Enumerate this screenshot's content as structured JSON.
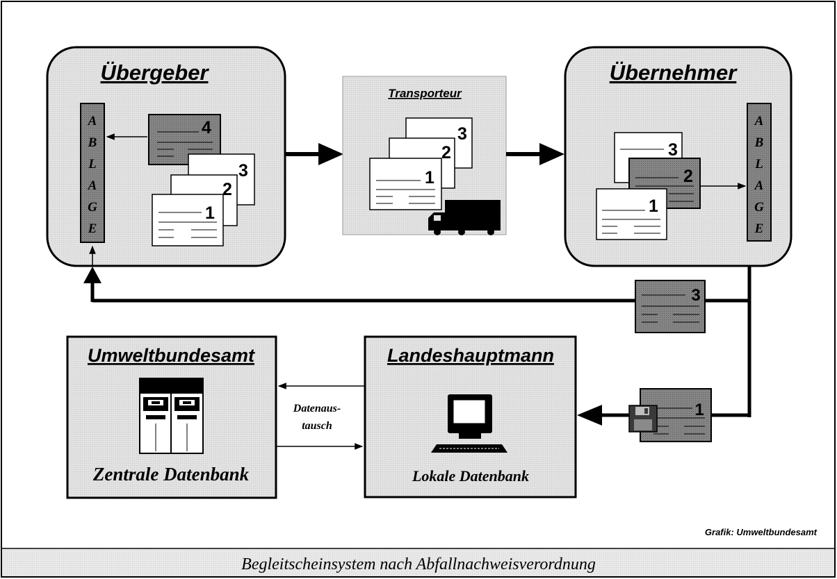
{
  "diagram": {
    "uebergeber": {
      "title": "Übergeber",
      "ablage_letters": [
        "A",
        "B",
        "L",
        "A",
        "G",
        "E"
      ],
      "doc_numbers": [
        "4",
        "3",
        "2",
        "1"
      ]
    },
    "transporteur": {
      "title": "Transporteur",
      "doc_numbers": [
        "3",
        "2",
        "1"
      ]
    },
    "uebernehmer": {
      "title": "Übernehmer",
      "ablage_letters": [
        "A",
        "B",
        "L",
        "A",
        "G",
        "E"
      ],
      "doc_numbers": [
        "3",
        "2",
        "1"
      ]
    },
    "return_doc_number": "3",
    "disk_doc_number": "1",
    "umweltbundesamt": {
      "title": "Umweltbundesamt",
      "subtitle": "Zentrale Datenbank"
    },
    "landeshauptmann": {
      "title": "Landeshauptmann",
      "subtitle": "Lokale Datenbank"
    },
    "exchange_label_line1": "Datenaus-",
    "exchange_label_line2": "tausch",
    "credit": "Grafik: Umweltbundesamt"
  },
  "footer": {
    "caption": "Begleitscheinsystem nach Abfallnachweisverordnung"
  },
  "colors": {
    "panel_fill": "#e4e4e4",
    "dark_doc": "#7d7d7d",
    "ablage_fill": "#8a8a8a",
    "line": "#000000"
  }
}
